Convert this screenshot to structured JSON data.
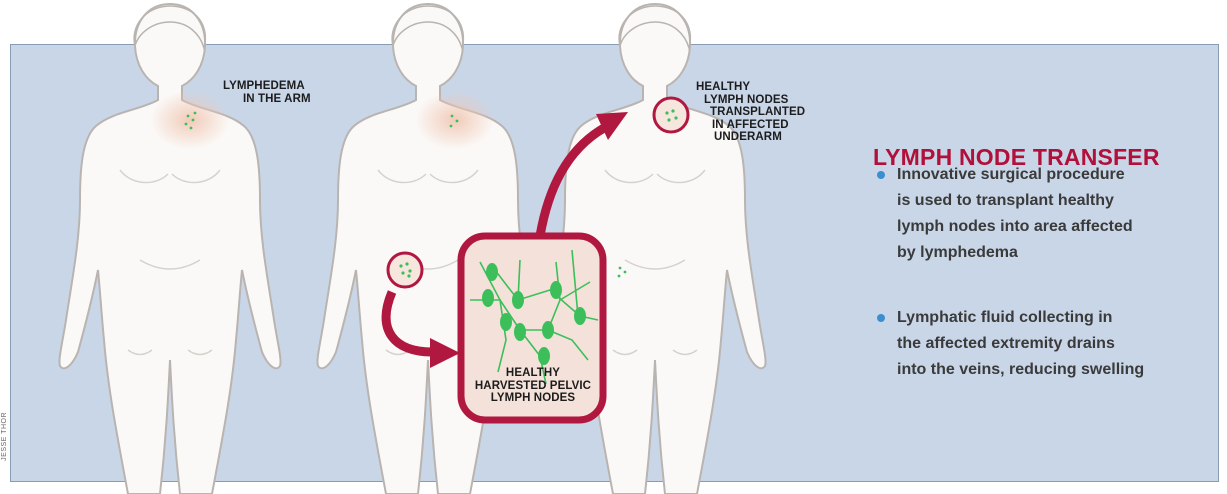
{
  "labels": {
    "lymphedema": [
      "LYMPHEDEMA",
      "IN THE ARM"
    ],
    "transplanted": [
      "HEALTHY",
      "LYMPH NODES",
      "TRANSPLANTED",
      "IN AFFECTED",
      "UNDERARM"
    ],
    "harvested": [
      "HEALTHY",
      "HARVESTED PELVIC",
      "LYMPH NODES"
    ]
  },
  "sidebar": {
    "title": "LYMPH NODE TRANSFER",
    "bullets": [
      [
        "Innovative surgical procedure",
        "is used to transplant healthy",
        "lymph nodes into area affected",
        "by lymphedema"
      ],
      [
        "Lymphatic fluid collecting in",
        "the affected extremity drains",
        "into the veins, reducing swelling"
      ]
    ]
  },
  "credit": "JESSE THOR",
  "colors": {
    "panel": "#c9d6e8",
    "title": "#b0103a",
    "bullet_dot": "#3b8fd0",
    "arrow": "#b01840",
    "node": "#3cbf5a"
  }
}
